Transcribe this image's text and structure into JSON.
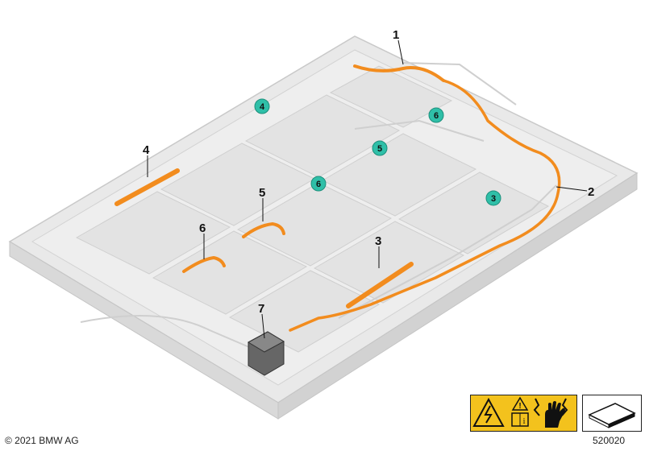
{
  "callouts": {
    "c1": "1",
    "c2": "2",
    "c3": "3",
    "c4": "4",
    "c5": "5",
    "c6": "6",
    "c7": "7"
  },
  "ref_circles": {
    "r4": "4",
    "r5": "5",
    "r6a": "6",
    "r6b": "6",
    "r3": "3"
  },
  "footer": {
    "copyright": "© 2021 BMW AG",
    "drawing_number": "520020"
  },
  "icons": {
    "warning_panel": [
      "high-voltage-warning-icon",
      "read-manual-icon",
      "protective-glove-icon"
    ],
    "reference_panel": "installation-position-icon"
  },
  "colors": {
    "cable_orange": "#f28c1e",
    "ref_circle_teal": "#2fbfa8",
    "warning_yellow": "#f3c21d",
    "housing_gray": "#e6e6e6"
  }
}
